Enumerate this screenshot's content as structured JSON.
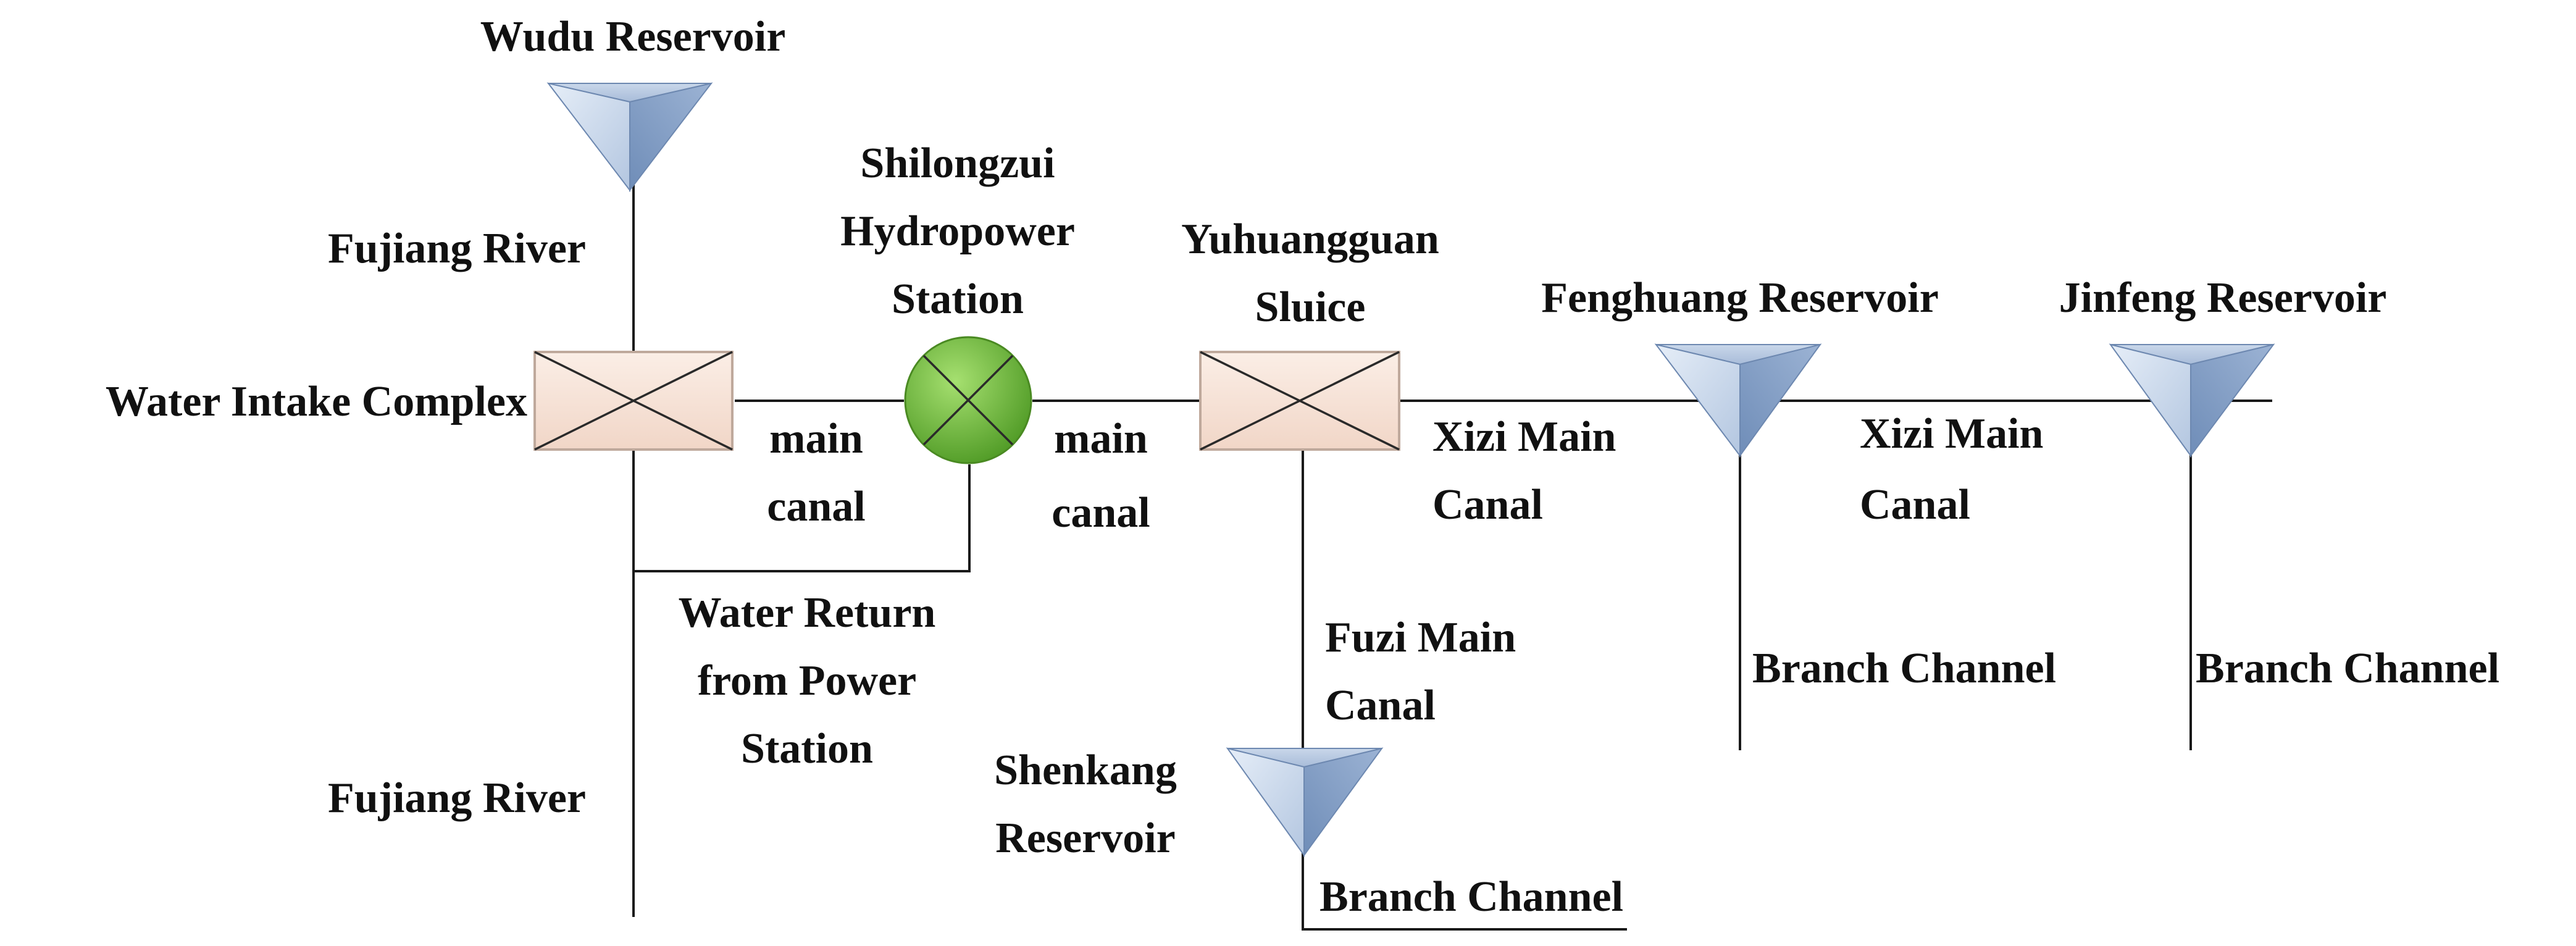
{
  "labels": {
    "wudu_reservoir": "Wudu Reservoir",
    "fujiang_river_upper": "Fujiang River",
    "water_intake_complex": "Water Intake Complex",
    "main_canal_1_line1": "main",
    "main_canal_1_line2": "canal",
    "shilongzui_line1": "Shilongzui",
    "shilongzui_line2": "Hydropower",
    "shilongzui_line3": "Station",
    "main_canal_2_line1": "main",
    "main_canal_2_line2": "canal",
    "yuhuangguan_line1": "Yuhuangguan",
    "yuhuangguan_line2": "Sluice",
    "water_return_line1": "Water Return",
    "water_return_line2": "from Power",
    "water_return_line3": "Station",
    "fujiang_river_lower": "Fujiang River",
    "xizi_main_canal_1_line1": "Xizi Main",
    "xizi_main_canal_1_line2": "Canal",
    "fenghuang_reservoir": "Fenghuang Reservoir",
    "xizi_main_canal_2_line1": "Xizi  Main",
    "xizi_main_canal_2_line2": "Canal",
    "jinfeng_reservoir": "Jinfeng Reservoir",
    "fuzi_main_canal_line1": "Fuzi Main",
    "fuzi_main_canal_line2": "Canal",
    "shenkang_line1": "Shenkang",
    "shenkang_line2": "Reservoir",
    "branch_channel_shenkang": "Branch Channel",
    "branch_channel_fenghuang": "Branch Channel",
    "branch_channel_jinfeng": "Branch Channel"
  },
  "colors": {
    "reservoir_light": "#dfe8f4",
    "reservoir_mid": "#a9bedb",
    "reservoir_dark": "#7a96bf",
    "sluice_fill": "#f7e3d8",
    "sluice_edge": "#c8b4a8",
    "station_light": "#8fd45a",
    "station_dark": "#4f9a25",
    "line": "#1a1a1a"
  }
}
